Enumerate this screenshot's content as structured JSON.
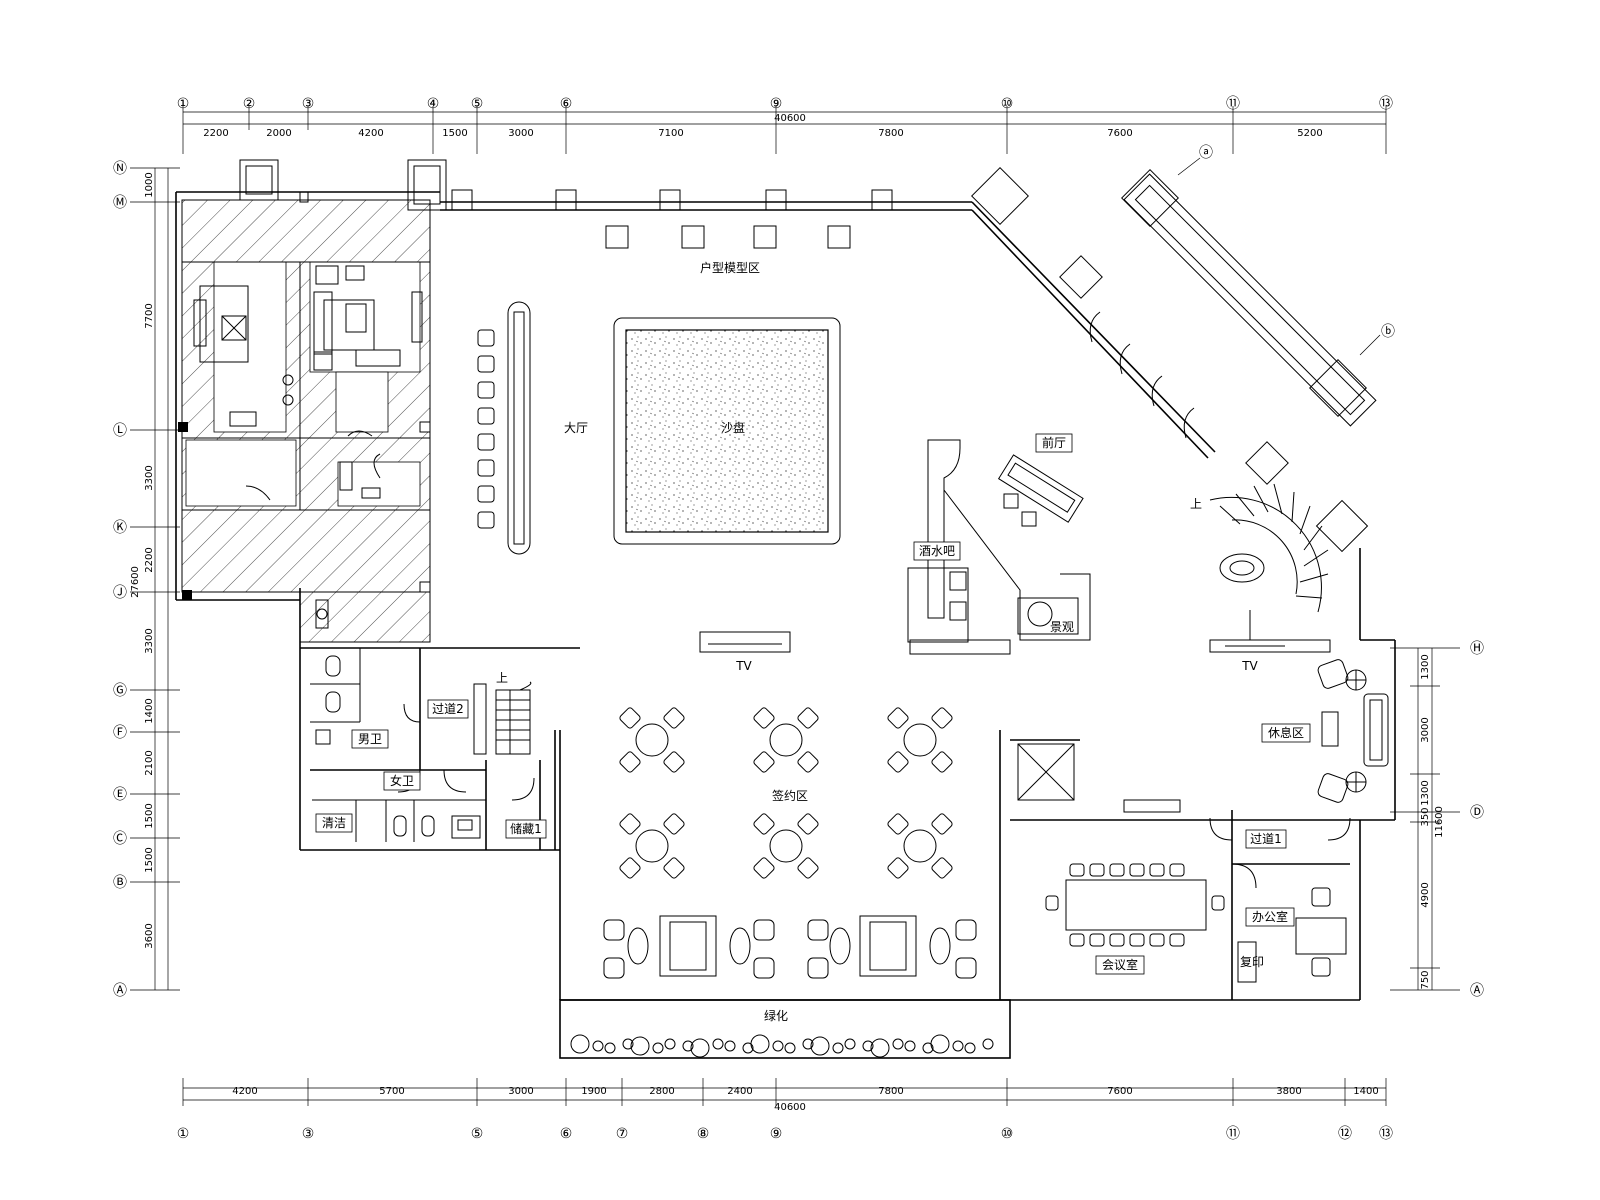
{
  "top_dims": {
    "total": "40600",
    "segments": [
      "2200",
      "2000",
      "4200",
      "1500",
      "3000",
      "7100",
      "7800",
      "7600",
      "5200"
    ]
  },
  "bottom_dims": {
    "total": "40600",
    "segments": [
      "4200",
      "5700",
      "3000",
      "1900",
      "2800",
      "2400",
      "7800",
      "7600",
      "3800",
      "1400"
    ]
  },
  "left_dims": {
    "total": "27600",
    "segments": [
      "1000",
      "7700",
      "3300",
      "2200",
      "3300",
      "1400",
      "2100",
      "1500",
      "1500",
      "3600"
    ]
  },
  "right_dims": {
    "total": "11600",
    "segments": [
      "1300",
      "3000",
      "1300",
      "350",
      "4900",
      "750"
    ]
  },
  "top_axes": [
    "①",
    "②",
    "③",
    "④",
    "⑤",
    "⑥",
    "⑨",
    "⑩",
    "⑪",
    "⑬"
  ],
  "bottom_axes": [
    "①",
    "③",
    "⑤",
    "⑥",
    "⑦",
    "⑧",
    "⑨",
    "⑩",
    "⑪",
    "⑫",
    "⑬"
  ],
  "left_axes": [
    "Ⓝ",
    "Ⓜ",
    "Ⓛ",
    "Ⓚ",
    "Ⓙ",
    "Ⓖ",
    "Ⓕ",
    "Ⓔ",
    "Ⓒ",
    "Ⓑ",
    "Ⓐ"
  ],
  "right_axes": [
    "Ⓗ",
    "Ⓓ",
    "Ⓐ"
  ],
  "diag_axes": [
    "ⓐ",
    "ⓑ"
  ],
  "rooms": {
    "model_area": "户型模型区",
    "hall": "大厅",
    "sand_table": "沙盘",
    "front_hall": "前厅",
    "bar": "酒水吧",
    "landscape": "景观",
    "up": "上",
    "tv": "TV",
    "rest_area": "休息区",
    "corridor2": "过道2",
    "mens_wc": "男卫",
    "womens_wc": "女卫",
    "cleaning": "清洁",
    "storage1": "储藏1",
    "signing_area": "签约区",
    "meeting_room": "会议室",
    "corridor1": "过道1",
    "office": "办公室",
    "print": "复印",
    "greenery": "绿化"
  }
}
